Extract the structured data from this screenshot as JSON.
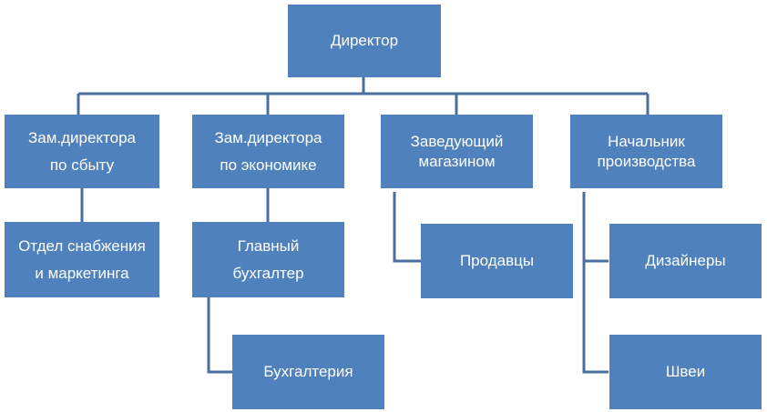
{
  "colors": {
    "box_fill": "#4f81bd",
    "connector": "#4a6f9e",
    "text": "#ffffff"
  },
  "org_chart": {
    "director": "Директор",
    "deputy_sales": [
      "Зам.директора",
      "по сбыту"
    ],
    "deputy_economics": [
      "Зам.директора",
      "по экономике"
    ],
    "store_manager": [
      "Заведующий",
      "магазином"
    ],
    "production_head": [
      "Начальник",
      "производства"
    ],
    "supply_marketing_dept": [
      "Отдел снабжения",
      "и маркетинга"
    ],
    "chief_accountant": [
      "Главный",
      "бухгалтер"
    ],
    "accounting": "Бухгалтерия",
    "sellers": "Продавцы",
    "designers": "Дизайнеры",
    "seamstresses": "Швеи"
  }
}
